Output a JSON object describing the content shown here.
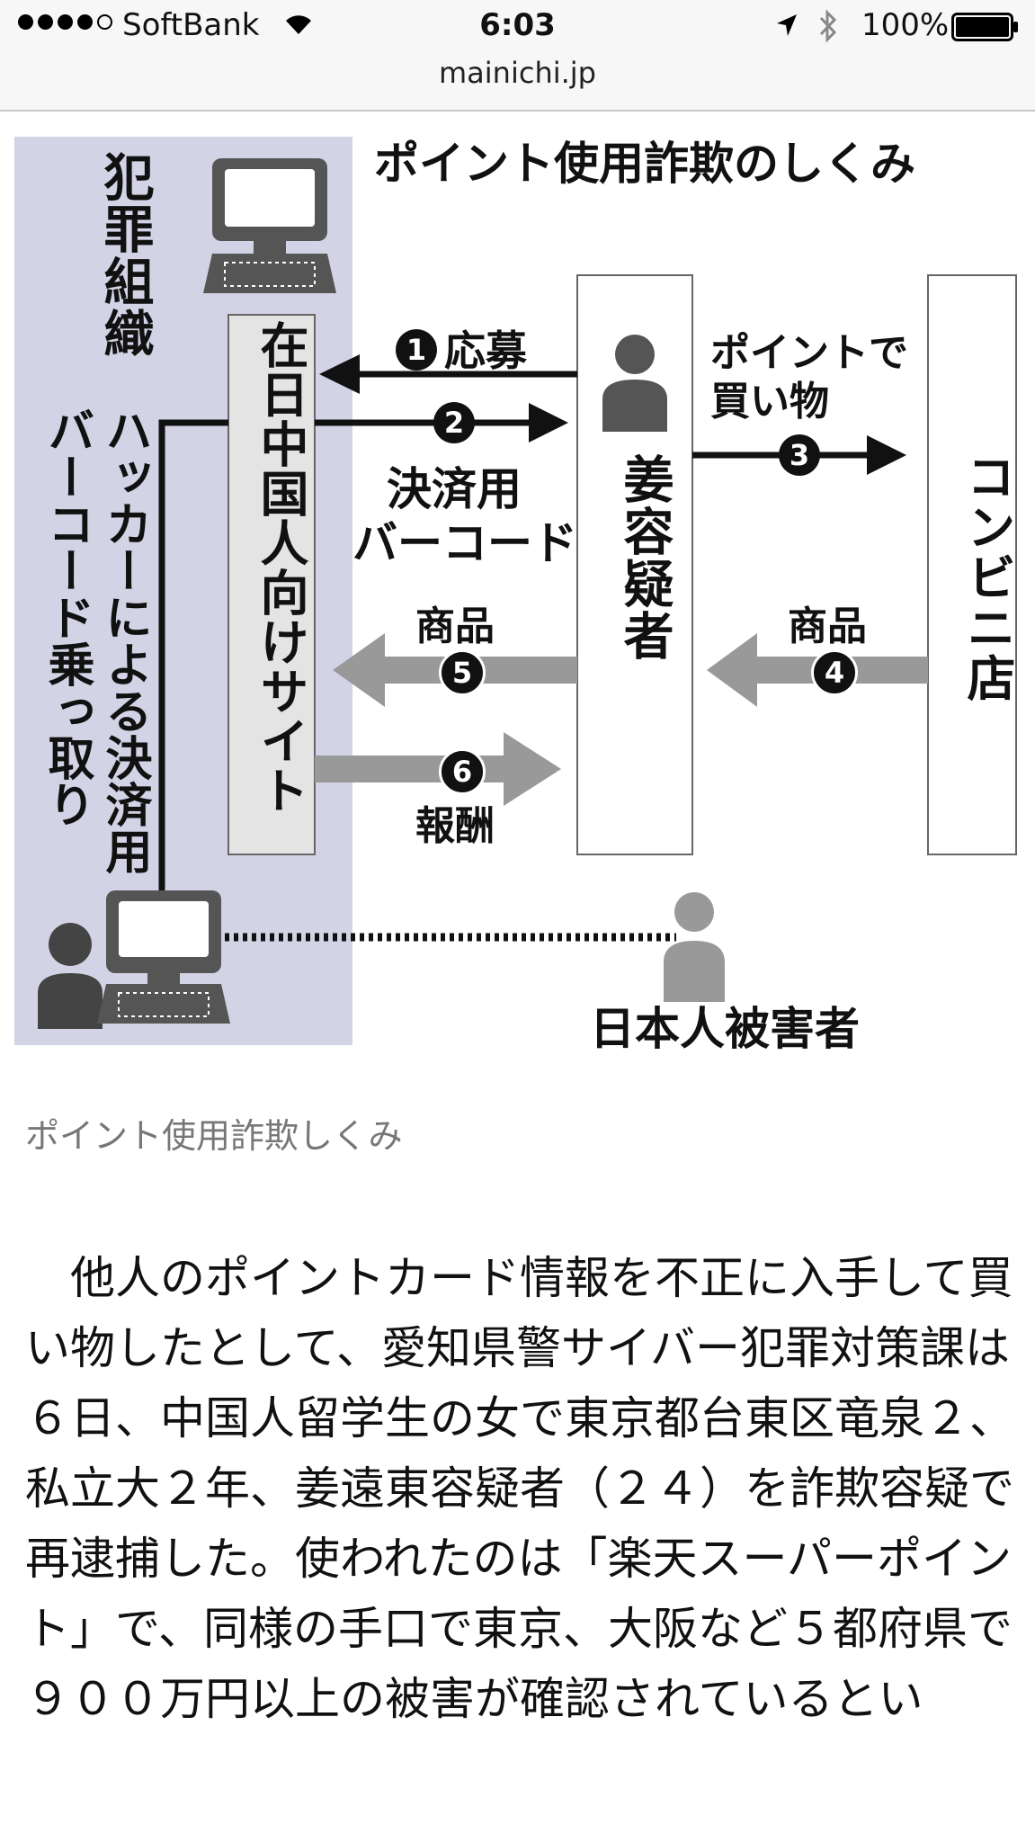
{
  "status_bar": {
    "carrier": "SoftBank",
    "time": "6:03",
    "battery": "100%",
    "url": "mainichi.jp"
  },
  "figure": {
    "title": "ポイント使用詐欺のしくみ",
    "org_label": "犯罪組織",
    "site_label": "在日中国人向けサイト",
    "suspect_label": "姜容疑者",
    "store_label": "コンビニ店",
    "hacker_label": "ハッカーによる決済用バーコード乗っ取り",
    "victim_label": "日本人被害者",
    "steps": [
      {
        "num": "1",
        "label": "応募"
      },
      {
        "num": "2",
        "label_line1": "決済用",
        "label_line2": "バーコード"
      },
      {
        "num": "3",
        "label_line1": "ポイントで",
        "label_line2": "買い物"
      },
      {
        "num": "4",
        "label": "商品"
      },
      {
        "num": "5",
        "label": "商品"
      },
      {
        "num": "6",
        "label": "報酬"
      }
    ],
    "colors": {
      "org_bg": "#d3d3e6",
      "box_bg": "#e4e4e4",
      "arrow_black": "#111111",
      "arrow_gray": "#999999"
    }
  },
  "caption": "ポイント使用詐欺しくみ",
  "article": {
    "text": "　他人のポイントカード情報を不正に入手して買い物したとして、愛知県警サイバー犯罪対策課は６日、中国人留学生の女で東京都台東区竜泉２、私立大２年、姜遠東容疑者（２４）を詐欺容疑で再逮捕した。使われたのは「楽天スーパーポイント」で、同様の手口で東京、大阪など５都府県で９００万円以上の被害が確認されているとい"
  }
}
